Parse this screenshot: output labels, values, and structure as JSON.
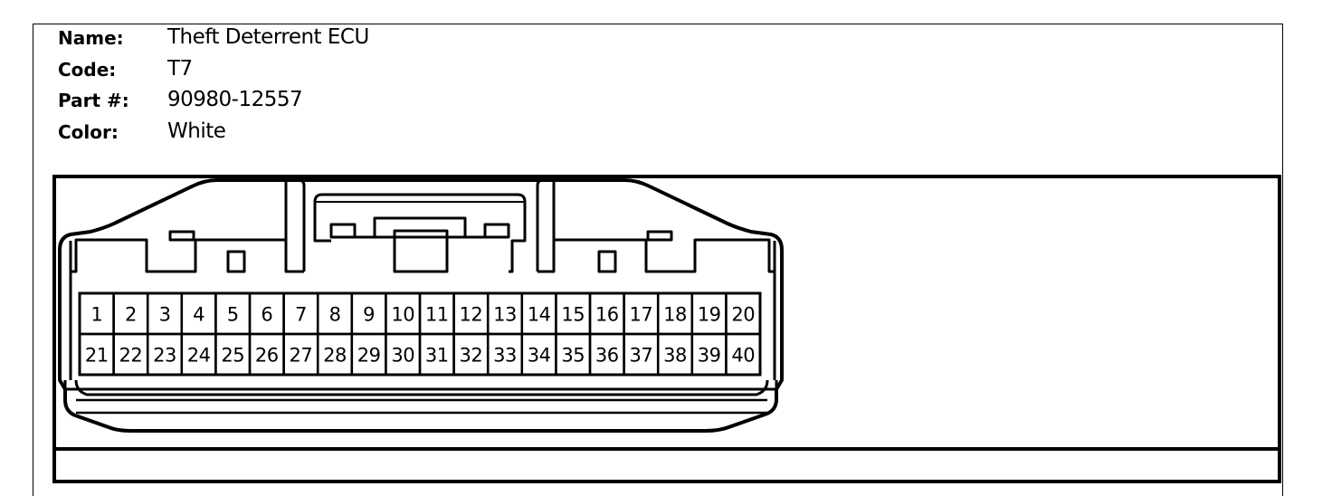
{
  "info": {
    "name_label": "Name:",
    "name_value": "Theft Deterrent ECU",
    "code_label": "Code:",
    "code_value": "T7",
    "part_label": "Part #:",
    "part_value": "90980-12557",
    "color_label": "Color:",
    "color_value": "White"
  },
  "pins": {
    "top_row": [
      "1",
      "2",
      "3",
      "4",
      "5",
      "6",
      "7",
      "8",
      "9",
      "10",
      "11",
      "12",
      "13",
      "14",
      "15",
      "16",
      "17",
      "18",
      "19",
      "20"
    ],
    "bottom_row": [
      "21",
      "22",
      "23",
      "24",
      "25",
      "26",
      "27",
      "28",
      "29",
      "30",
      "31",
      "32",
      "33",
      "34",
      "35",
      "36",
      "37",
      "38",
      "39",
      "40"
    ]
  }
}
